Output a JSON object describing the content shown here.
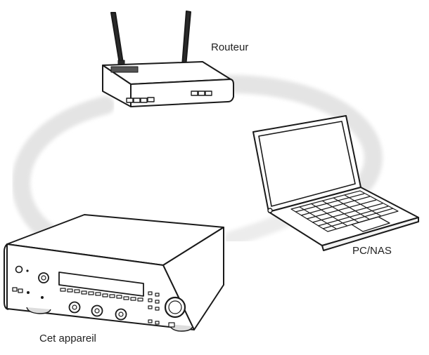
{
  "labels": {
    "router": "Routeur",
    "pc": "PC/NAS",
    "device": "Cet appareil"
  },
  "icons": {
    "router": "wifi-router-icon",
    "pc": "laptop-icon",
    "device": "av-receiver-icon",
    "network": "network-ring"
  },
  "colors": {
    "stroke": "#1a1a1a",
    "ring": "#e4e4e4",
    "text": "#222222"
  }
}
